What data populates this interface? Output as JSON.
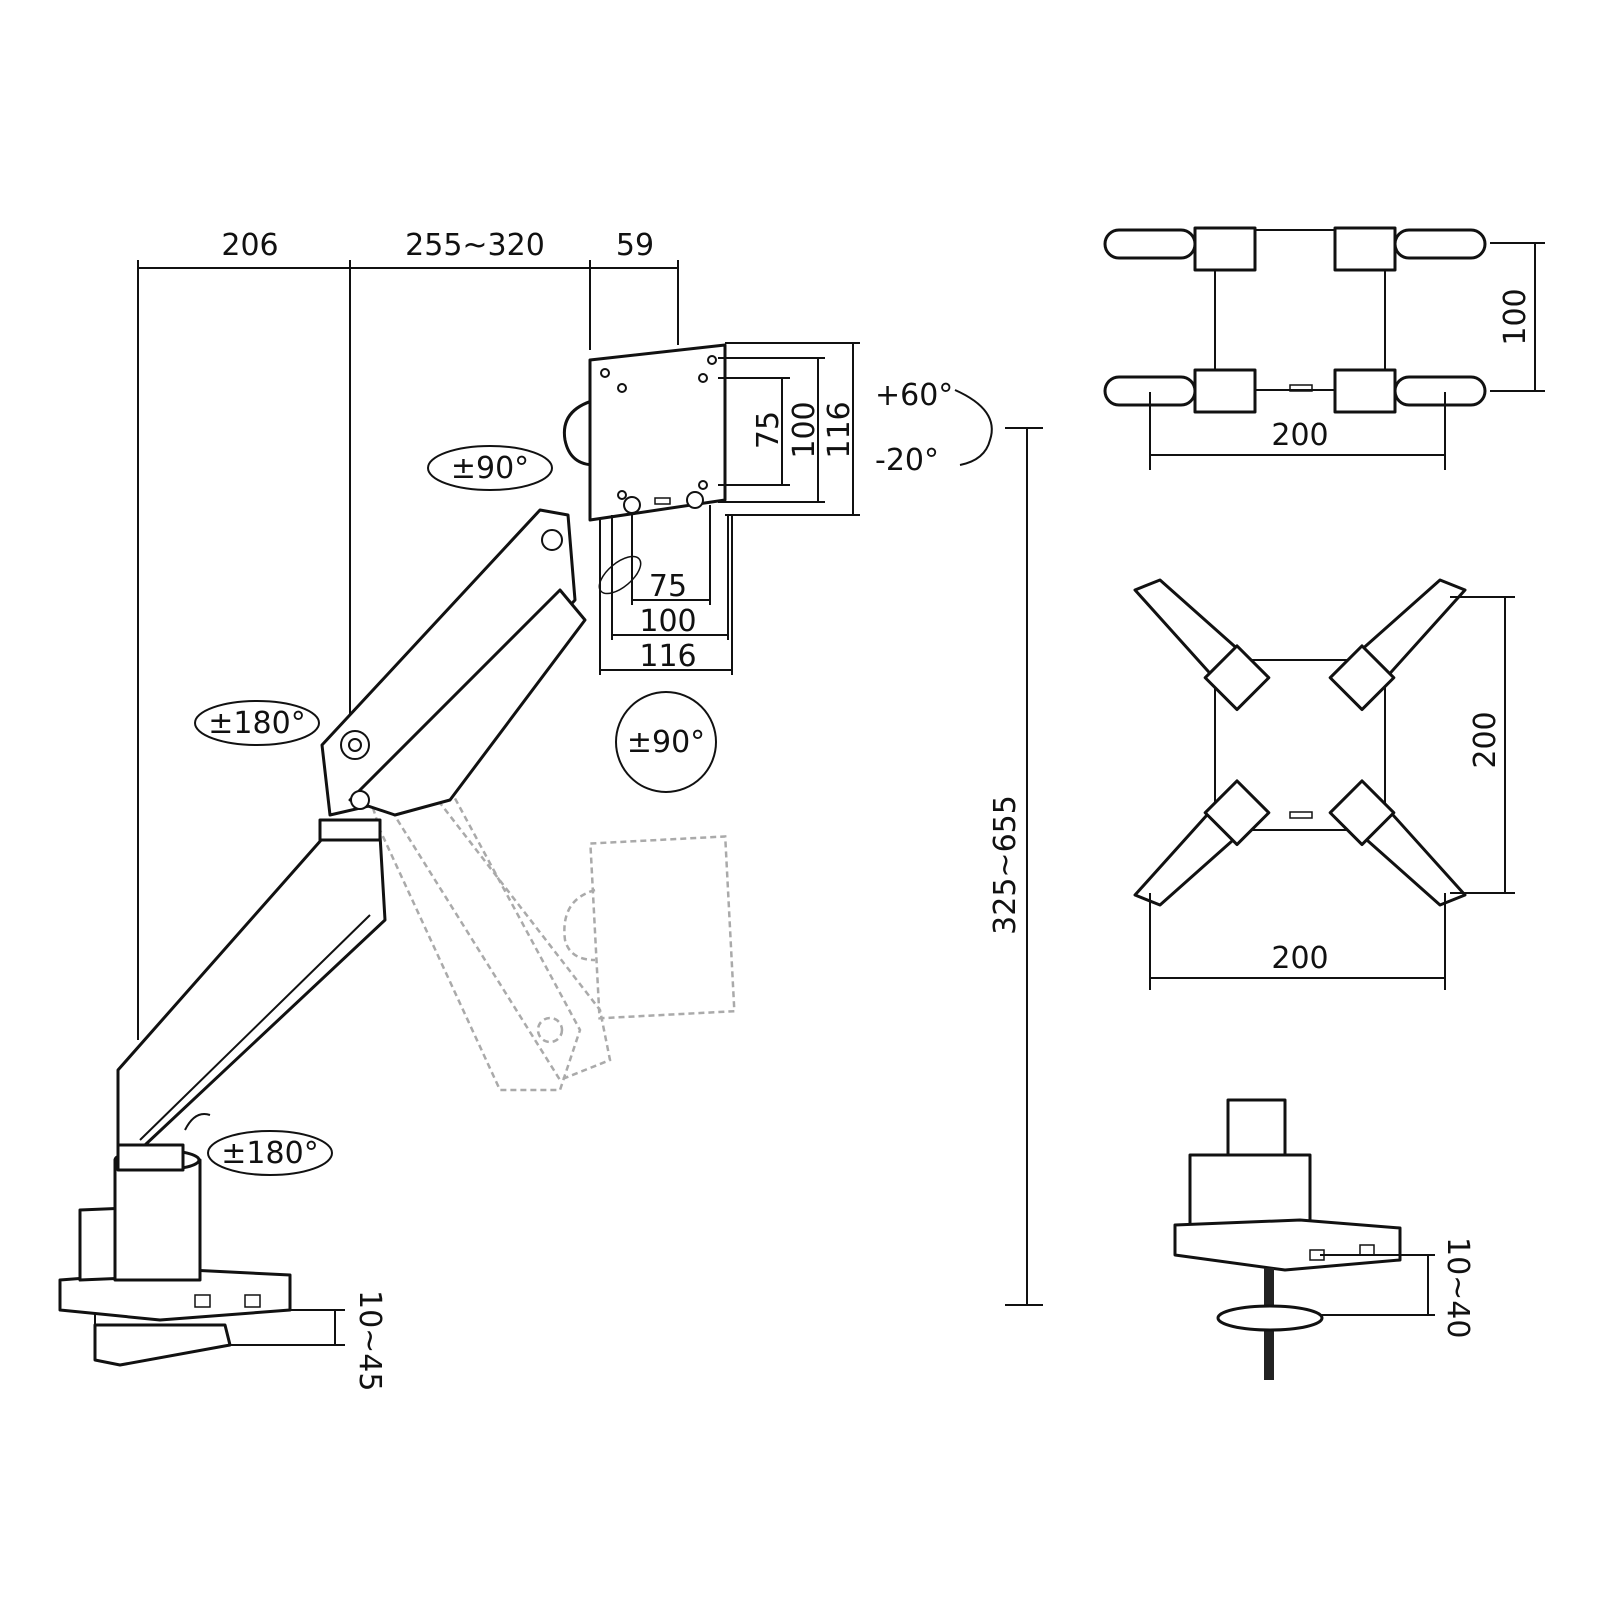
{
  "side_view": {
    "dims_top": [
      "206",
      "255~320",
      "59"
    ],
    "vesa_vertical": [
      "75",
      "100",
      "116"
    ],
    "vesa_horizontal": [
      "75",
      "100",
      "116"
    ],
    "tilt_up": "+60°",
    "tilt_down": "-20°",
    "swivel_head": "±90°",
    "rotate_head": "±90°",
    "swivel_elbow": "±180°",
    "swivel_base": "±180°",
    "height_range": "325~655",
    "clamp_range": "10~45"
  },
  "adapter_top": {
    "height": "100",
    "width": "200"
  },
  "adapter_x": {
    "height": "200",
    "width": "200"
  },
  "grommet_view": {
    "range": "10~40"
  }
}
